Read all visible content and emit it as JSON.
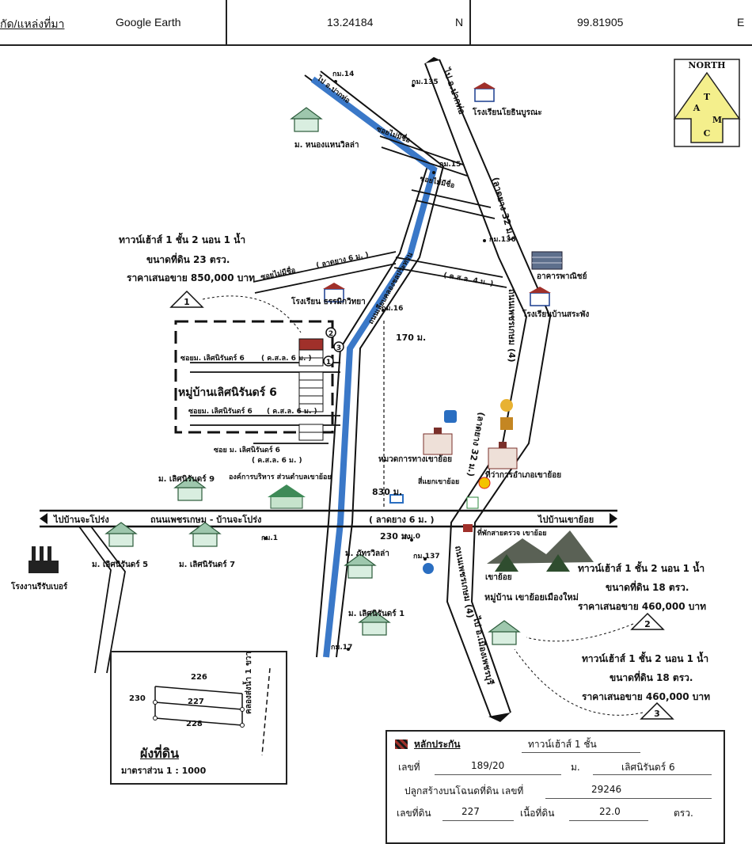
{
  "header": {
    "source_label": "กัด/แหล่งที่มา",
    "source_value": "Google Earth",
    "lat": "13.24184",
    "lat_dir": "N",
    "lon": "99.81905",
    "lon_dir": "E"
  },
  "compass": {
    "north": "NORTH",
    "brand_letters": [
      "T",
      "A",
      "M",
      "C"
    ]
  },
  "places": {
    "km14": "กม.14",
    "km135": "กม.135",
    "km15": "กม.15",
    "km136": "กม.136",
    "km16": "กม.16",
    "km1": "กม.1",
    "km0": "กม.0",
    "km137": "กม.137",
    "km17": "กม.17",
    "to_pak_tho": "ไป อ.ปากท่อ",
    "to_pak_tho_2": "ไป อ.ปากท่อ",
    "school_yothin": "โรงเรียนโยธินบูรณะ",
    "nong_waen": "ม. หนองแหนวิลล่า",
    "school_tham": "โรงเรียน ธรรมิกวิทยา",
    "commerce": "อาคารพาณิชย์",
    "school_sapang": "โรงเรียนบ้านสระพัง",
    "road_32_top": "(ลาดยาง 32 ม.)",
    "road_32_bot": "(ลาดยาง 32 ม.)",
    "phetkasem_4": "ถนนเพชรเกษม (4)",
    "soi_mai_mi_chue": "ซอยไม่มีชื่อ",
    "kso4": "( ค.ส.ล. 4 ม. )",
    "lad6": "( ลาดยาง 6 ม. )",
    "canal_rd": "ถนนเลียบคลองชลประทาน",
    "soi_loet6": "ซอยม. เลิศนิรันดร์ 6",
    "soi_loet6_b": "ซอย ม. เลิศนิรันดร์ 6",
    "kso6": "( ค.ส.ล. 6 ม. )",
    "village_loet6": "หมู่บ้านเลิศนิรันดร์ 6",
    "dist_170": "170 ม.",
    "dist_830": "830 ม.",
    "dist_230": "230 ม.",
    "tao": "องค์การบริหาร ส่วนตำบลเขาย้อย",
    "highway_unit": "หมวดการทางเขาย้อย",
    "district_office": "ที่ว่าการอำเภอเขาย้อย",
    "khao_yoi_station": "สี่แยกเขาย้อย",
    "to_cha_prong": "ไปบ้านจะโปร่ง",
    "phet_cha_prong": "ถนนเพชรเกษม - บ้านจะโปร่ง",
    "lad6_b": "( ลาดยาง 6 ม. )",
    "to_khao_yoi": "ไปบ้านเขาย้อย",
    "loet9": "ม. เลิศนิรันดร์ 9",
    "loet5": "ม. เลิศนิรันดร์ 5",
    "loet7": "ม. เลิศนิรันดร์ 7",
    "loet1": "ม. เลิศนิรันดร์ 1",
    "phattra": "ม. ภัทรวิลล่า",
    "rubber": "โรงงานรีรับเบอร์",
    "police": "ที่พักสายตรวจ เขาย้อย",
    "khao_yoi": "เขาย้อย",
    "village_new": "หมู่บ้าน เขาย้อยเมืองใหม่",
    "to_phetchaburi": "ไป อ.เมืองเพชรบุรี"
  },
  "callouts": [
    {
      "num": "1",
      "l1": "ทาวน์เฮ้าส์ 1 ชั้น  2 นอน 1 น้ำ",
      "l2": "ขนาดที่ดิน 23 ตรว.",
      "l3": "ราคาเสนอขาย 850,000 บาท"
    },
    {
      "num": "2",
      "l1": "ทาวน์เฮ้าส์ 1 ชั้น 2 นอน 1 น้ำ",
      "l2": "ขนาดที่ดิน 18 ตรว.",
      "l3": "ราคาเสนอขาย 460,000 บาท"
    },
    {
      "num": "3",
      "l1": "ทาวน์เฮ้าส์ 1 ชั้น 2 นอน 1 น้ำ",
      "l2": "ขนาดที่ดิน 18 ตรว.",
      "l3": "ราคาเสนอขาย 460,000 บาท"
    }
  ],
  "plot_plan": {
    "n226": "226",
    "n227": "227",
    "n228": "228",
    "n230": "230",
    "canal": "คลองส่งน้ำ 1 ขวา",
    "title": "ผังที่ดิน",
    "scale": "มาตราส่วน 1 : 1000"
  },
  "legend": {
    "collateral": "หลักประกัน",
    "type": "ทาวน์เฮ้าส์  1  ชั้น",
    "no_label": "เลขที่",
    "no_value": "189/20",
    "moo_label": "ม.",
    "moo_value": "เลิศนิรันดร์ 6",
    "deed_label": "ปลูกสร้างบนโฉนดที่ดิน เลขที่",
    "deed_value": "29246",
    "land_no_label": "เลขที่ดิน",
    "land_no_value": "227",
    "area_label": "เนื้อที่ดิน",
    "area_value": "22.0",
    "area_unit": "ตรว."
  },
  "colors": {
    "canal": "#3a78c8",
    "road": "#111111",
    "marker": "#a0302a"
  }
}
